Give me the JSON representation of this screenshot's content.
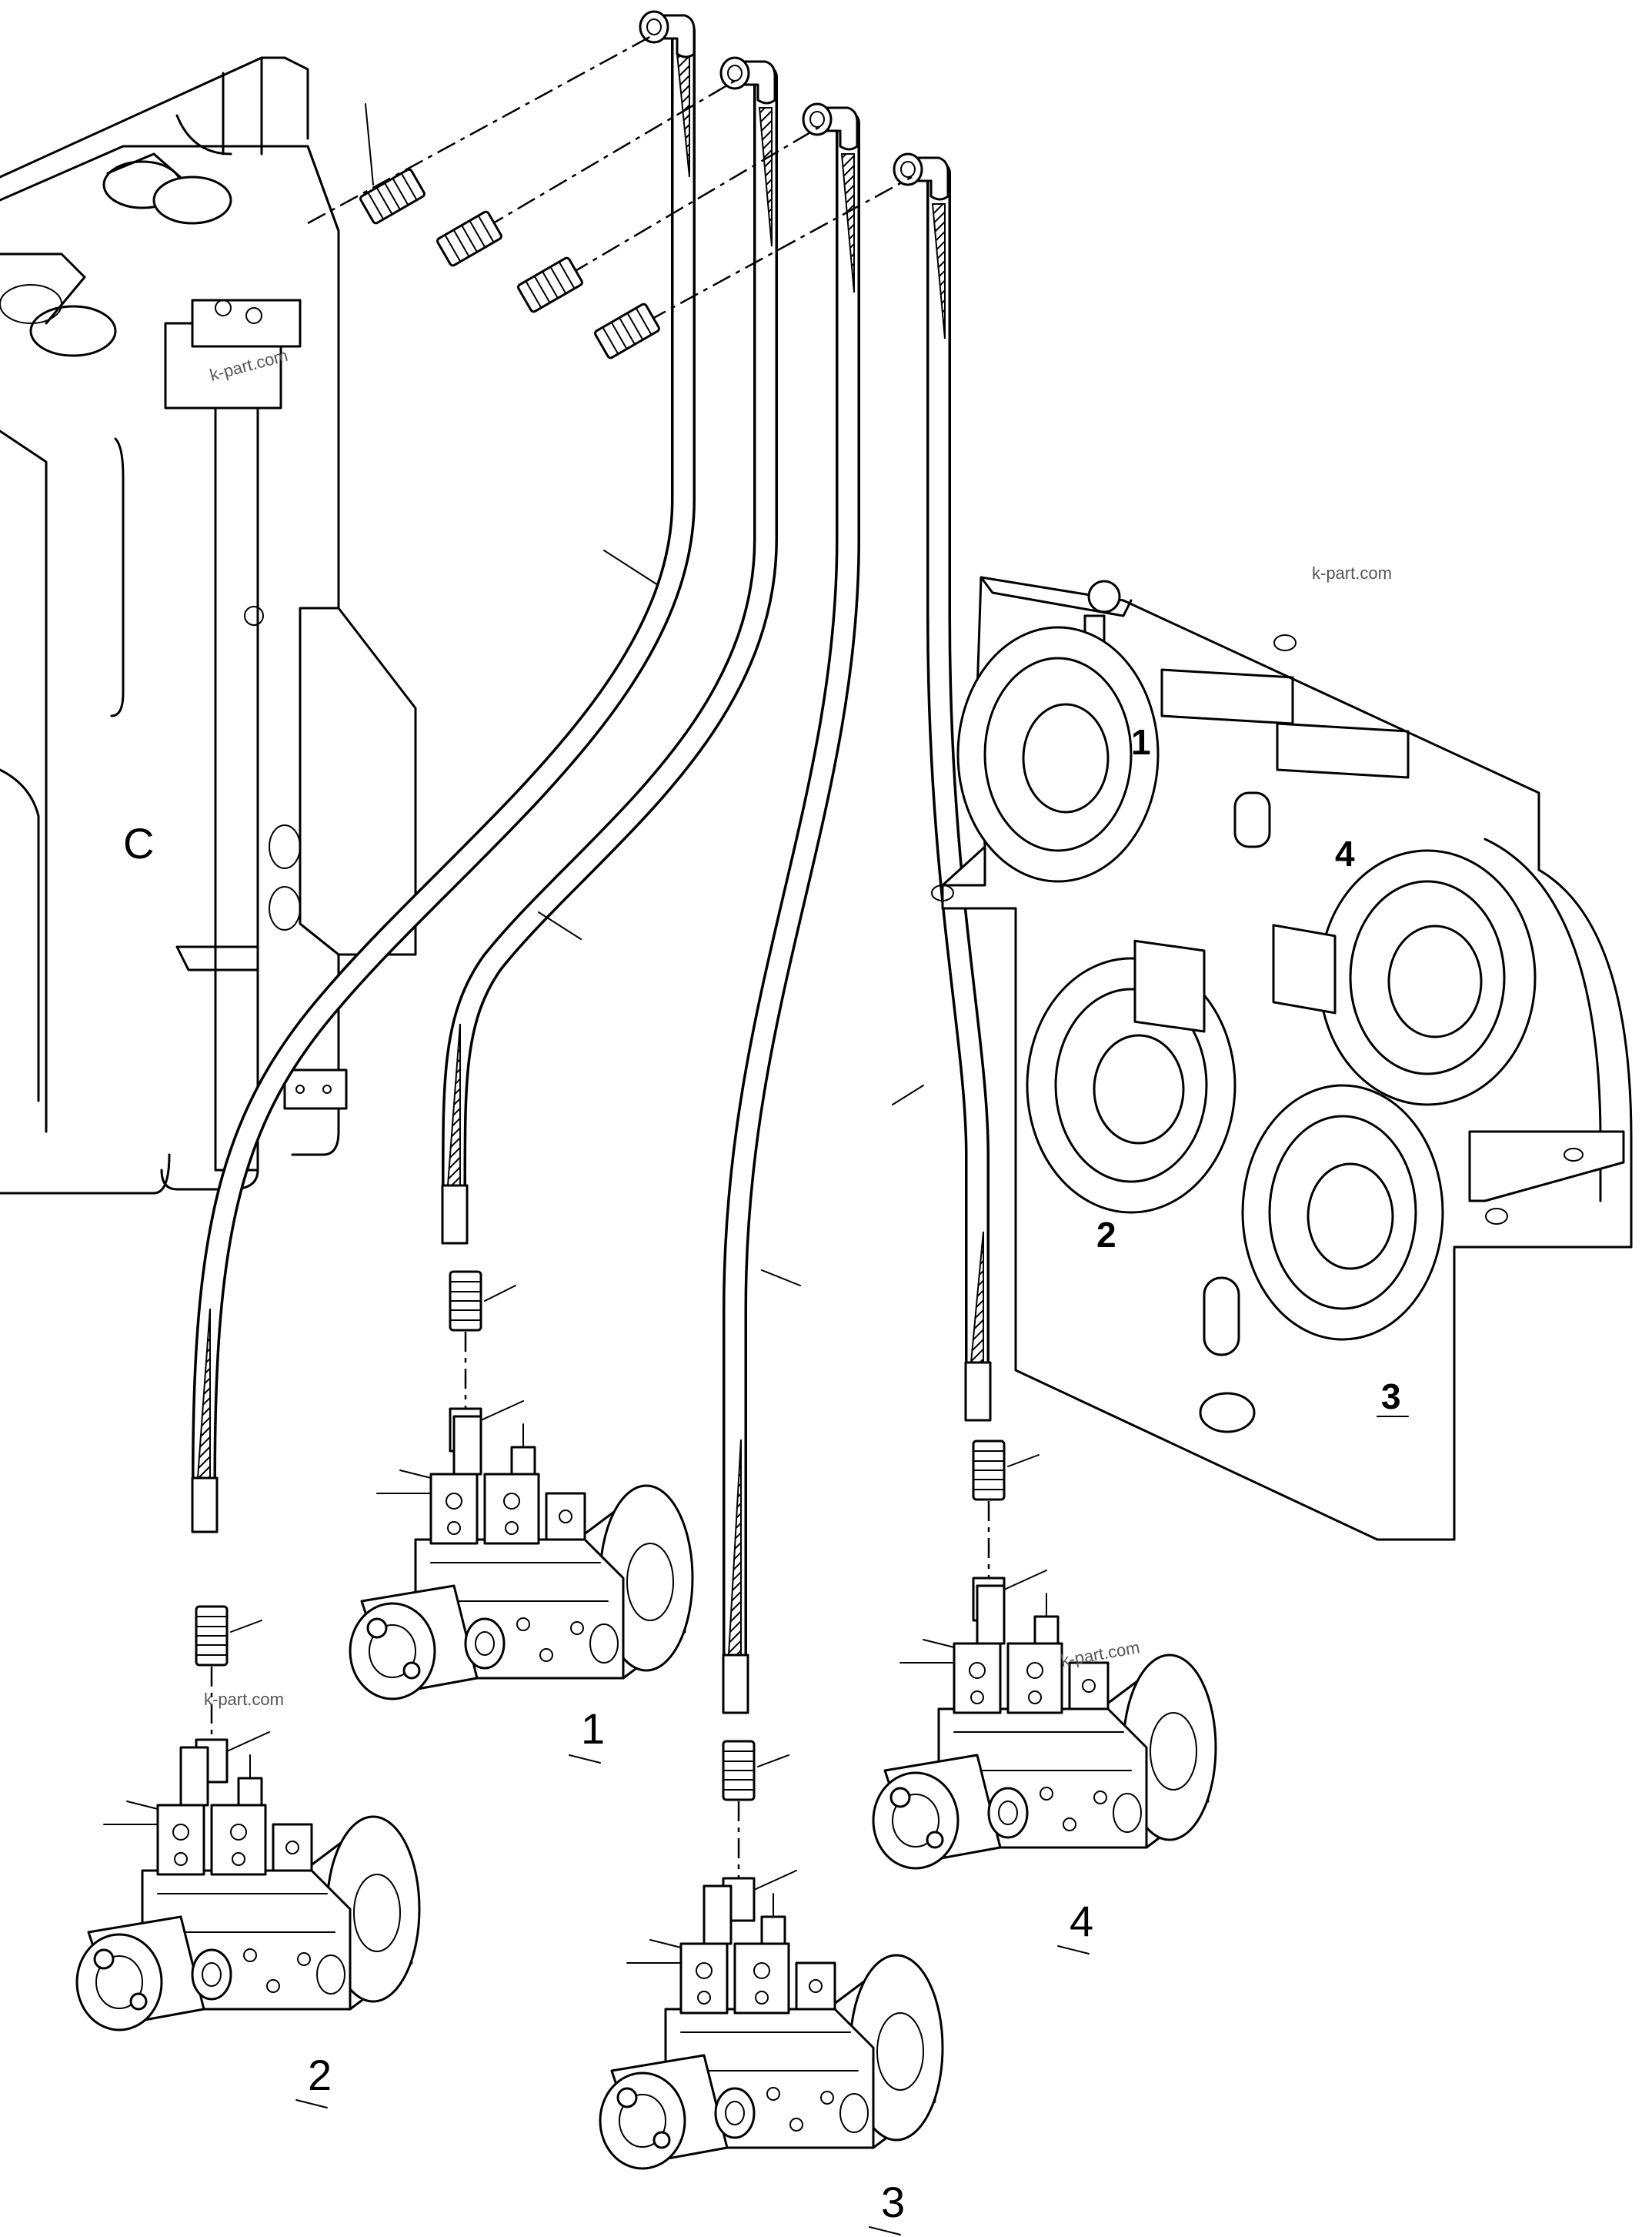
{
  "callouts": {
    "gearbox_port_1": "1",
    "gearbox_port_2": "2",
    "gearbox_port_3": "3",
    "gearbox_port_4": "4"
  },
  "pump_labels": {
    "pump_1": "1",
    "pump_2": "2",
    "pump_3": "3",
    "pump_4": "4"
  },
  "watermarks": [
    "k-part.com",
    "k-part.com",
    "k-part.com",
    "k-part.com"
  ]
}
